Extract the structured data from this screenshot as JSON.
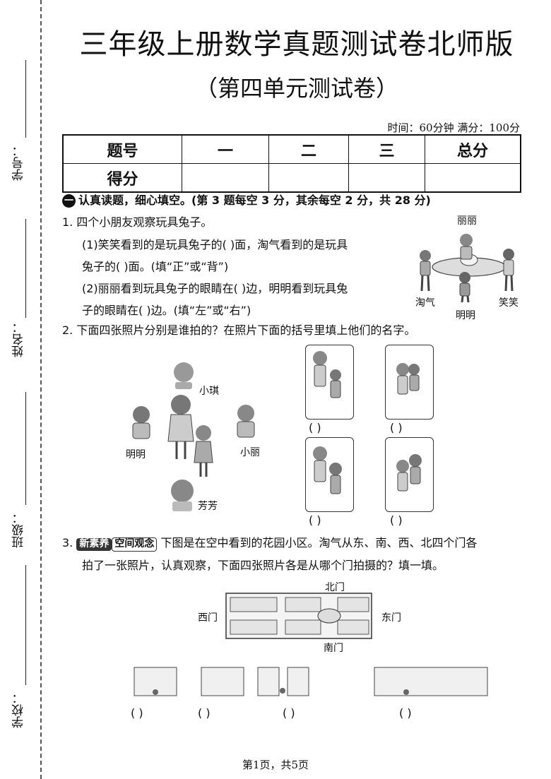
{
  "side": {
    "xuehao": "学号：",
    "xingming": "姓名：",
    "banji": "班级：",
    "xuexiao": "学校："
  },
  "title": "三年级上册数学真题测试卷北师版",
  "subtitle": "（第四单元测试卷）",
  "time_info": "时间：60分钟  满分：100分",
  "score_table": {
    "headers": [
      "题号",
      "一",
      "二",
      "三",
      "总分"
    ],
    "row_label": "得分"
  },
  "section1": {
    "num": "一",
    "text": "认真读题，细心填空。(第 3 题每空 3 分，其余每空 2 分，共 28 分)"
  },
  "q1": {
    "stem": "1. 四个小朋友观察玩具兔子。",
    "p1a": "(1)笑笑看到的是玩具兔子的(      )面，淘气看到的是玩具",
    "p1b": "兔子的(      )面。(填“正”或“背”)",
    "p2a": "(2)丽丽看到玩具兔子的眼睛在(      )边，明明看到玩具兔",
    "p2b": "子的眼睛在(      )边。(填“左”或“右”)",
    "names": {
      "top": "丽丽",
      "left": "淘气",
      "bottom": "明明",
      "right": "笑笑"
    }
  },
  "q2": {
    "stem": "2. 下面四张照片分别是谁拍的？在照片下面的括号里填上他们的名字。",
    "names": {
      "top": "小琪",
      "left": "明明",
      "right": "小丽",
      "bottom": "芳芳"
    },
    "paren": "(          )"
  },
  "q3": {
    "num": "3.",
    "tag1": "新素养",
    "tag2": "空间观念",
    "line1": "下图是在空中看到的花园小区。淘气从东、南、西、北四个门各",
    "line2": "拍了一张照片，认真观察，下面四张照片各是从哪个门拍摄的？填一填。",
    "gates": {
      "north": "北门",
      "south": "南门",
      "west": "西门",
      "east": "东门"
    },
    "paren": "(          )"
  },
  "footer": "第1页，共5页"
}
